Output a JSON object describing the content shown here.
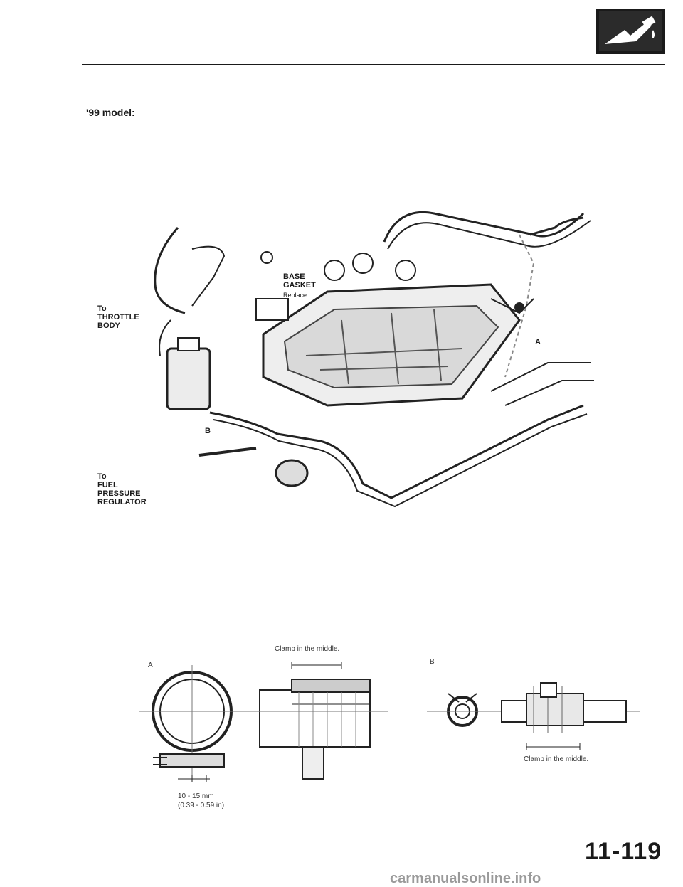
{
  "header": {
    "section_icon": "fuel-nozzle-icon"
  },
  "model_label": "'99 model:",
  "callouts": {
    "base_gasket": "BASE\nGASKET",
    "replace": "Replace.",
    "throttle_body": "To\nTHROTTLE\nBODY",
    "fuel_pressure_regulator": "To\nFUEL\nPRESSURE\nREGULATOR",
    "ref_a": "A",
    "ref_b": "B"
  },
  "detail_a": {
    "label": "A",
    "clamp_note": "Clamp in the middle.",
    "dimension_mm": "10 - 15 mm",
    "dimension_in": "(0.39 - 0.59 in)"
  },
  "detail_b": {
    "label": "B",
    "clamp_note": "Clamp in the middle."
  },
  "page_number": "11-119",
  "watermark": "carmanualsonline.info"
}
